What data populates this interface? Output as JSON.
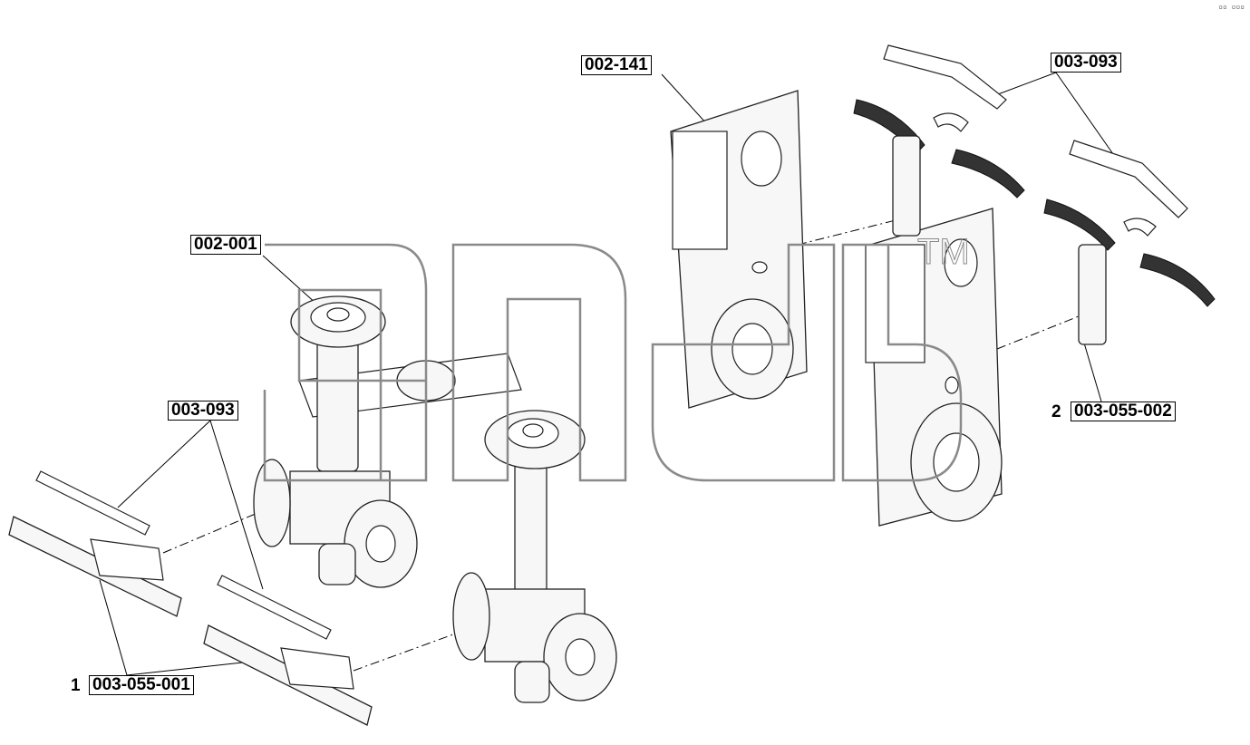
{
  "corner_mark": "▫▫ ▫▫▫",
  "watermark": {
    "text": "TM"
  },
  "callouts": [
    {
      "id": "c1",
      "label": "002-141",
      "index": ""
    },
    {
      "id": "c2",
      "label": "003-093",
      "index": ""
    },
    {
      "id": "c3",
      "label": "002-001",
      "index": ""
    },
    {
      "id": "c4",
      "label": "003-093",
      "index": ""
    },
    {
      "id": "c5",
      "label": "003-055-002",
      "index": "2"
    },
    {
      "id": "c6",
      "label": "003-055-001",
      "index": "1"
    }
  ]
}
